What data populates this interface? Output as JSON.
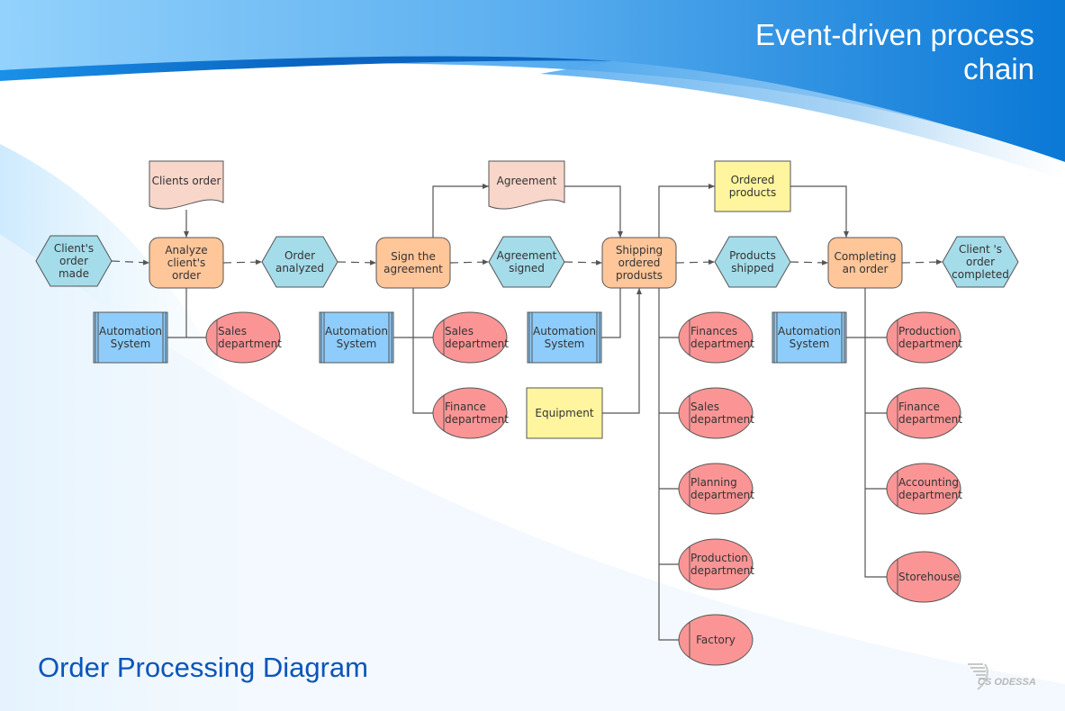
{
  "header": {
    "title_line1": "Event-driven process",
    "title_line2": "chain"
  },
  "footer": {
    "subtitle": "Order Processing Diagram",
    "logo_text": "CS ODESSA"
  },
  "colors": {
    "event": "#a5dcea",
    "function": "#ffc69a",
    "document": "#f8d6ca",
    "info_object": "#fff59e",
    "system": "#8ecdfb",
    "org_unit": "#fb9595",
    "stroke": "#555555",
    "title_text": "#ffffff",
    "subtitle_text": "#0a55b8"
  },
  "nodes": {
    "e1": {
      "type": "event",
      "lines": [
        "Client's",
        "order",
        "made"
      ]
    },
    "f1": {
      "type": "function",
      "lines": [
        "Analyze",
        "client's",
        "order"
      ]
    },
    "d1": {
      "type": "document",
      "lines": [
        "Clients order"
      ]
    },
    "s1": {
      "type": "system",
      "lines": [
        "Automation",
        "System"
      ]
    },
    "o1": {
      "type": "org",
      "lines": [
        "Sales",
        "department"
      ]
    },
    "e2": {
      "type": "event",
      "lines": [
        "Order",
        "analyzed"
      ]
    },
    "f2": {
      "type": "function",
      "lines": [
        "Sign the",
        "agreement"
      ]
    },
    "d2": {
      "type": "document",
      "lines": [
        "Agreement"
      ]
    },
    "s2": {
      "type": "system",
      "lines": [
        "Automation",
        "System"
      ]
    },
    "o2": {
      "type": "org",
      "lines": [
        "Sales",
        "department"
      ]
    },
    "o3": {
      "type": "org",
      "lines": [
        "Finance",
        "department"
      ]
    },
    "e3": {
      "type": "event",
      "lines": [
        "Agreement",
        "signed"
      ]
    },
    "f3": {
      "type": "function",
      "lines": [
        "Shipping",
        "ordered",
        "produsts"
      ]
    },
    "s3": {
      "type": "system",
      "lines": [
        "Automation",
        "System"
      ]
    },
    "i1": {
      "type": "info",
      "lines": [
        "Equipment"
      ]
    },
    "i2": {
      "type": "info",
      "lines": [
        "Ordered",
        "products"
      ]
    },
    "o4": {
      "type": "org",
      "lines": [
        "Finances",
        "department"
      ]
    },
    "o5": {
      "type": "org",
      "lines": [
        "Sales",
        "department"
      ]
    },
    "o6": {
      "type": "org",
      "lines": [
        "Planning",
        "department"
      ]
    },
    "o7": {
      "type": "org",
      "lines": [
        "Production",
        "department"
      ]
    },
    "o8": {
      "type": "org",
      "lines": [
        "Factory"
      ]
    },
    "e4": {
      "type": "event",
      "lines": [
        "Products",
        "shipped"
      ]
    },
    "f4": {
      "type": "function",
      "lines": [
        "Completing",
        "an order"
      ]
    },
    "s4": {
      "type": "system",
      "lines": [
        "Automation",
        "System"
      ]
    },
    "o9": {
      "type": "org",
      "lines": [
        "Production",
        "department"
      ]
    },
    "o10": {
      "type": "org",
      "lines": [
        "Finance",
        "department"
      ]
    },
    "o11": {
      "type": "org",
      "lines": [
        "Accounting",
        "department"
      ]
    },
    "o12": {
      "type": "org",
      "lines": [
        "Storehouse"
      ]
    },
    "e5": {
      "type": "event",
      "lines": [
        "Client 's",
        "order",
        "completed"
      ]
    }
  },
  "flows": [
    {
      "from": "e1",
      "to": "f1",
      "style": "dashed"
    },
    {
      "from": "f1",
      "to": "e2",
      "style": "dashed"
    },
    {
      "from": "e2",
      "to": "f2",
      "style": "dashed"
    },
    {
      "from": "f2",
      "to": "e3",
      "style": "dashed"
    },
    {
      "from": "e3",
      "to": "f3",
      "style": "dashed"
    },
    {
      "from": "f3",
      "to": "e4",
      "style": "dashed"
    },
    {
      "from": "e4",
      "to": "f4",
      "style": "dashed"
    },
    {
      "from": "f4",
      "to": "e5",
      "style": "dashed"
    },
    {
      "from": "d1",
      "to": "f1",
      "style": "solid"
    },
    {
      "from": "f2",
      "to": "d2",
      "style": "solid"
    },
    {
      "from": "d2",
      "to": "f3",
      "style": "solid"
    },
    {
      "from": "f3",
      "to": "i2",
      "style": "solid"
    },
    {
      "from": "i2",
      "to": "f4",
      "style": "solid"
    },
    {
      "from": "i1",
      "to": "f3",
      "style": "solid"
    },
    {
      "from": "s3",
      "to": "f3",
      "style": "solid"
    }
  ]
}
